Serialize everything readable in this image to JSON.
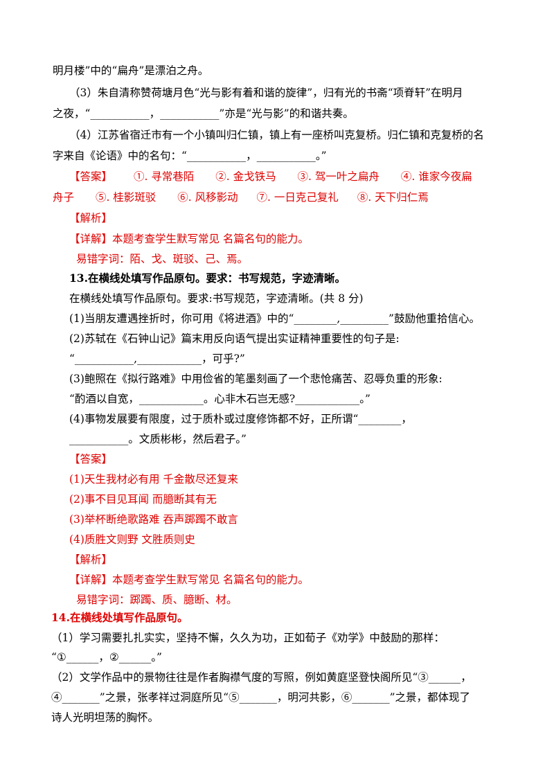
{
  "q12_tail": {
    "line1": "明月楼”中的“扁舟”是漂泊之舟。",
    "item3_a": "（3）朱自清称赞荷塘月色“光与影有着和谐的旋律”，归有光的书斋“项脊轩”在明月",
    "item3_b": "之夜，“___________，___________”亦是“光与影”的和谐共奏。",
    "item4_a": "（4）江苏省宿迁市有一个小镇叫归仁镇，镇上有一座桥叫克复桥。归仁镇和克复桥的名",
    "item4_b": "字来自《论语》中的名句：“___________，___________。”",
    "answer_label": "【答案】",
    "answers_line1": [
      "①. 寻常巷陌",
      "②. 金戈铁马",
      "③. 驾一叶之扁舟",
      "④. 谁家今夜扁"
    ],
    "answers_line2": [
      "舟子",
      "⑤. 桂影斑驳",
      "⑥. 风移影动",
      "⑦. 一日克己复礼",
      "⑧. 天下归仁焉"
    ],
    "analysis_label": "【解析】",
    "detail": "【详解】本题考查学生默写常见   名篇名句的能力。",
    "typo": "易错字词：陌、戈、斑驳、己、焉。"
  },
  "q13": {
    "title": "13.在横线处填写作品原句。要求：书写规范，字迹清晰。",
    "intro": "在横线处填写作品原句。要求:书写规范，字迹清晰。(共 8 分)",
    "q1": "(1)当朋友遭遇挫折时，你可用《将进酒》中的“________,_________”鼓励他重拾信心。",
    "q2_a": "(2)苏轼在《石钟山记》篇末用反向语气提出实证精神重要性的句子是:",
    "q2_b": "“___________,____________，可乎?”",
    "q3_a": "(3)鲍照在《拟行路难》中用俭省的笔墨刻画了一个悲怆痛苦、忍辱负重的形象:",
    "q3_b": "“酌酒以自宽，____________。心非木石岂无感?____________。”",
    "q4_a": "(4)事物发展要有限度，过于质朴或过度修饰都不好，正所谓“________，",
    "q4_b": "___________。文质彬彬，然后君子。”",
    "answer_label": "【答案】",
    "answers": [
      "(1)天生我材必有用  千金散尽还复来",
      "(2)事不目见耳闻     而臆断其有无",
      "(3)举杯断绝歌路难  吞声踯躅不敢言",
      "(4)质胜文则野   文胜质则史"
    ],
    "analysis_label": "【解析】",
    "detail": "【详解】本题考查学生默写常见   名篇名句的能力。",
    "typo": "易错字词：踯躅、质、臆断、材。"
  },
  "q14": {
    "title": "14.在横线处填写作品原句。",
    "q1_a": "（1）学习需要扎扎实实，坚持不懈，久久为功，正如荀子《劝学》中鼓励的那样：",
    "q1_b": "“①______，②______。”",
    "q2_a": "（2）文学作品中的景物往往是作者胸襟气度的写照，例如黄庭坚登快阁所见“③______，",
    "q2_b": "④_______”之景，张孝祥过洞庭所见“⑤_______，明河共影，⑥_______”之景，都体现了",
    "q2_c": "诗人光明坦荡的胸怀。"
  }
}
